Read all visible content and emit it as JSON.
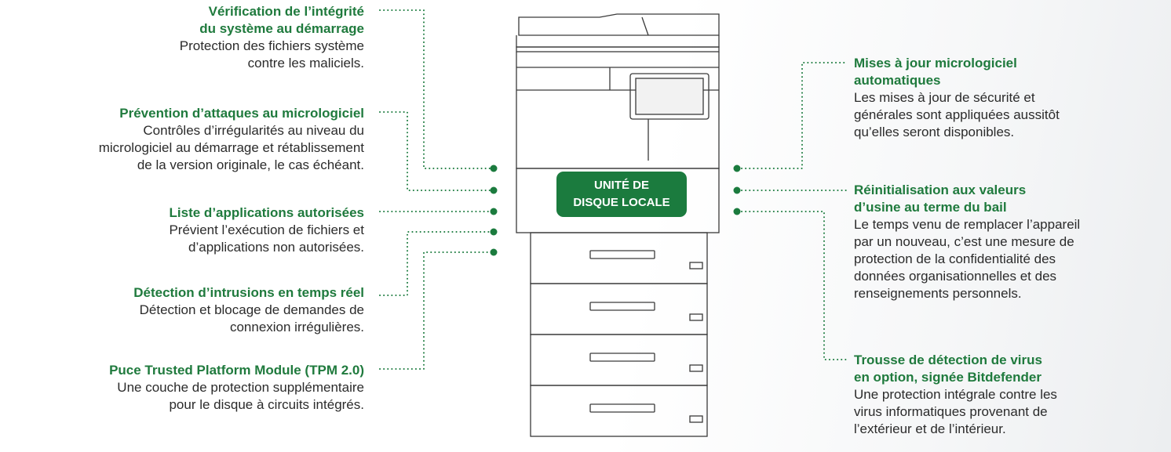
{
  "left_features": [
    {
      "title": "Vérification de l’intégrité\ndu système au démarrage",
      "desc": "Protection des fichiers système\ncontre les maliciels."
    },
    {
      "title": "Prévention d’attaques au micrologiciel",
      "desc": "Contrôles d’irrégularités au niveau du\nmicrologiciel au démarrage et rétablissement\nde la version originale, le cas échéant."
    },
    {
      "title": "Liste d’applications autorisées",
      "desc": "Prévient l’exécution de fichiers et\nd’applications non autorisées."
    },
    {
      "title": "Détection d’intrusions en temps réel",
      "desc": "Détection et blocage de demandes de\nconnexion irrégulières."
    },
    {
      "title": "Puce Trusted Platform Module (TPM 2.0)",
      "desc": "Une couche de protection supplémentaire\npour le disque à circuits intégrés."
    }
  ],
  "right_features": [
    {
      "title": "Mises à jour micrologiciel\nautomatiques",
      "desc": "Les mises à jour de sécurité et\ngénérales sont appliquées aussitôt\nqu’elles seront disponibles."
    },
    {
      "title": "Réinitialisation aux valeurs\nd’usine au terme du bail",
      "desc": "Le temps venu de remplacer l’appareil\npar un nouveau, c’est une mesure de\nprotection de la confidentialité des\ndonnées organisationnelles et des\nrenseignements personnels."
    },
    {
      "title": "Trousse de détection de virus\nen option, signée Bitdefender",
      "desc": "Une protection intégrale contre les\nvirus informatiques provenant de\nl’extérieur et de l’intérieur."
    }
  ],
  "disk_label": "UNITÉ DE\nDISQUE LOCALE",
  "colors": {
    "accent": "#1b7b3e",
    "title": "#1f7a3d",
    "outline": "#3a3a3a"
  }
}
